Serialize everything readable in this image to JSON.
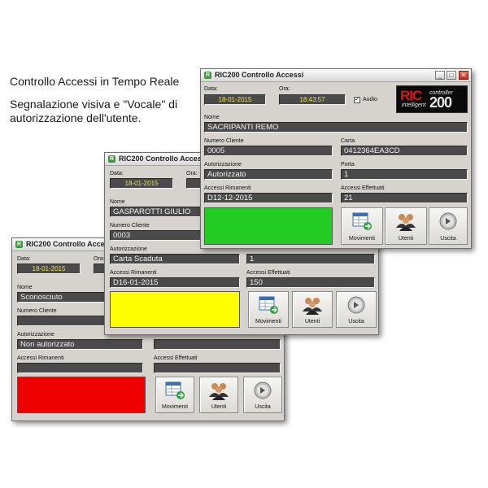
{
  "caption": {
    "heading": "Controllo Accessi in Tempo Reale",
    "description": "Segnalazione visiva e \"Vocale\" di autorizzazione dell'utente."
  },
  "labels": {
    "date": "Data:",
    "time": "Ora:",
    "audio": "Audio",
    "name": "Nome",
    "client_number": "Numero Cliente",
    "card": "Carta",
    "authorization": "Autorizzazione",
    "door": "Porta",
    "remaining": "Accessi Rimanenti",
    "done": "Accessi Effettuati"
  },
  "buttons": {
    "movements": "Movimenti",
    "users": "Utenti",
    "exit": "Uscita"
  },
  "logo": {
    "ric": "RIC",
    "controller": "controller",
    "intelligent": "intelligent",
    "number": "200"
  },
  "colors": {
    "green": "#22cc22",
    "yellow": "#ffff00",
    "red": "#ee0000"
  },
  "windows": {
    "front": {
      "title": "RIC200 Controllo Accessi",
      "date": "18-01-2015",
      "time": "18:43:57",
      "name": "SACRIPANTI REMO",
      "client_number": "0005",
      "card": "0412364EA3CD",
      "authorization": "Autorizzato",
      "door": "1",
      "remaining": "D12-12-2015",
      "done": "21",
      "status": "green"
    },
    "middle": {
      "title": "RIC200 Controllo Accessi",
      "date": "18-01-2015",
      "time": "",
      "name": "GASPAROTTI GIULIO",
      "client_number": "0003",
      "authorization": "Carta Scaduta",
      "door": "1",
      "remaining": "D16-01-2015",
      "done": "150",
      "status": "yellow"
    },
    "back": {
      "title": "RIC200 Controllo Accessi",
      "date": "18-01-2015",
      "time": "",
      "name": "Sconosciuto",
      "client_number": "",
      "authorization": "Non autorizzato",
      "remaining": "",
      "done": "",
      "status": "red"
    }
  }
}
